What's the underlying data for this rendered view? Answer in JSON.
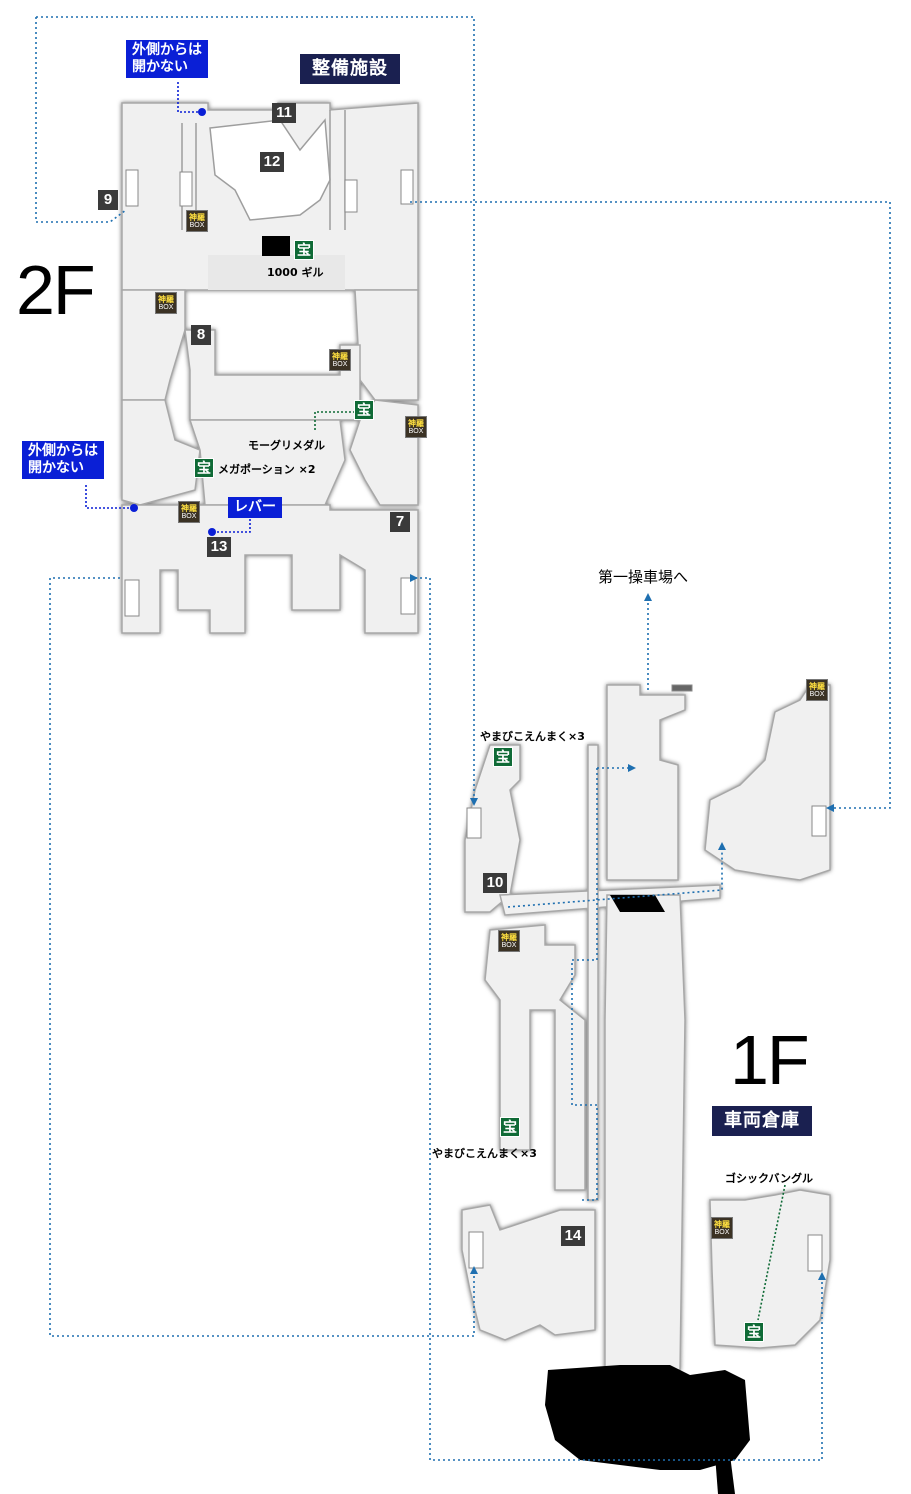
{
  "floors": {
    "upper": "2F",
    "lower": "1F"
  },
  "area_titles": {
    "upper": "整備施設",
    "lower": "車両倉庫"
  },
  "notes": {
    "outside_top": "外側からは\n開かない",
    "outside_mid": "外側からは\n開かない",
    "lever": "レバー"
  },
  "destination": "第一操車場へ",
  "numbers": [
    "7",
    "8",
    "9",
    "10",
    "11",
    "12",
    "13",
    "14"
  ],
  "chest_icon": "宝",
  "box_icon": {
    "top": "神羅",
    "bottom": "BOX"
  },
  "items": {
    "gil": "1000 ギル",
    "moogle": "モーグリメダル",
    "megapotion": "メガポーション ×2",
    "yamabiko_top": "やまびこえんまく×3",
    "yamabiko_bottom": "やまびこえんまく×3",
    "gothic": "ゴシックバングル"
  },
  "colors": {
    "floor": "#f0f0f0",
    "wall": "#9e9e9e",
    "route": "#1e6fb0",
    "note": "#0a1fd6",
    "title_bg": "#1a2050",
    "chest": "#0f6a36"
  }
}
